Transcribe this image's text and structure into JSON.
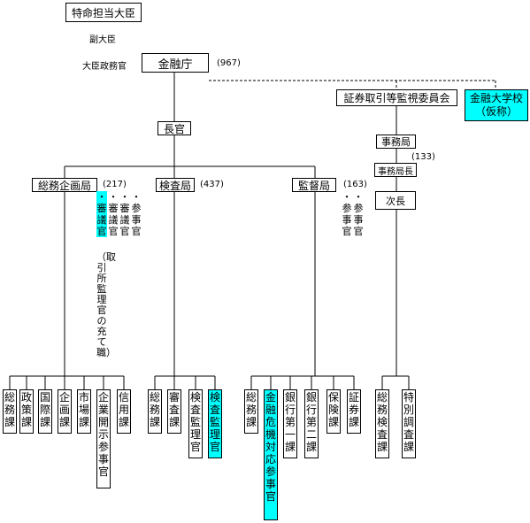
{
  "top": {
    "minister": "特命担当大臣",
    "vice_minister": "副大臣",
    "parliamentary_secretary": "大臣政務官"
  },
  "fsa": {
    "name": "金融庁",
    "count": "(967)"
  },
  "sesc": {
    "name": "証券取引等監視委員会"
  },
  "college": {
    "line1": "金融大学校",
    "line2": "（仮称）"
  },
  "commissioner": "長官",
  "secretariat": {
    "name": "事務局",
    "count": "(133)",
    "secretary_general": "事務局長",
    "deputy": "次長"
  },
  "planning": {
    "name": "総務企画局",
    "count": "(217)",
    "councillors": [
      "・審議官",
      "・審議官",
      "・審議官",
      "・参事官"
    ],
    "note": "（取引所監理官の充て職）",
    "divisions": [
      "総務課",
      "政策課",
      "国際課",
      "企画課",
      "市場課",
      "企業開示参事官",
      "信用課"
    ]
  },
  "inspection": {
    "name": "検査局",
    "count": "(437)",
    "divisions": [
      "総務課",
      "審査課",
      "検査監理官",
      "検査監理官"
    ]
  },
  "supervisory": {
    "name": "監督局",
    "count": "(163)",
    "councillors": [
      "・参事官",
      "・参事官"
    ],
    "divisions": [
      "総務課",
      "金融危機対応参事官",
      "銀行第一課",
      "銀行第二課",
      "保険課",
      "証券課"
    ]
  },
  "sesc_divisions": [
    "総務検査課",
    "特別調査課"
  ],
  "colors": {
    "highlight": "#00ffff",
    "line": "#000000"
  }
}
